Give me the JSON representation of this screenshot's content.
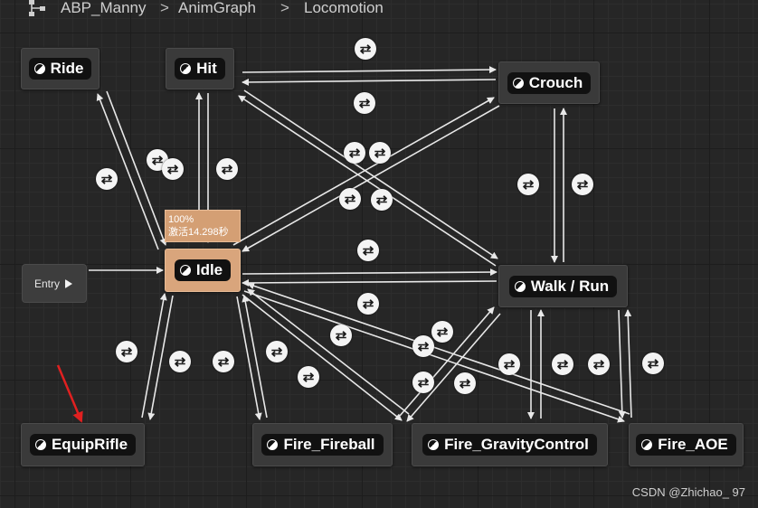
{
  "breadcrumb": {
    "icon": "state-machine-icon",
    "items": [
      "ABP_Manny",
      "AnimGraph",
      "Locomotion"
    ],
    "separator": ">"
  },
  "entry": {
    "label": "Entry"
  },
  "states": {
    "ride": "Ride",
    "hit": "Hit",
    "crouch": "Crouch",
    "idle": "Idle",
    "walk_run": "Walk / Run",
    "equip_rifle": "EquipRifle",
    "fire_fireball": "Fire_Fireball",
    "fire_gravity": "Fire_GravityControl",
    "fire_aoe": "Fire_AOE"
  },
  "active_state": {
    "name": "Idle",
    "weight": "100%",
    "active_time": "激活14.298秒"
  },
  "colors": {
    "background": "#262626",
    "node": "#3a3a3a",
    "active_node": "#d9a57c",
    "wire": "#e8e8e8",
    "annotation_arrow": "#e02020"
  },
  "watermark": "CSDN @Zhichao_ 97"
}
